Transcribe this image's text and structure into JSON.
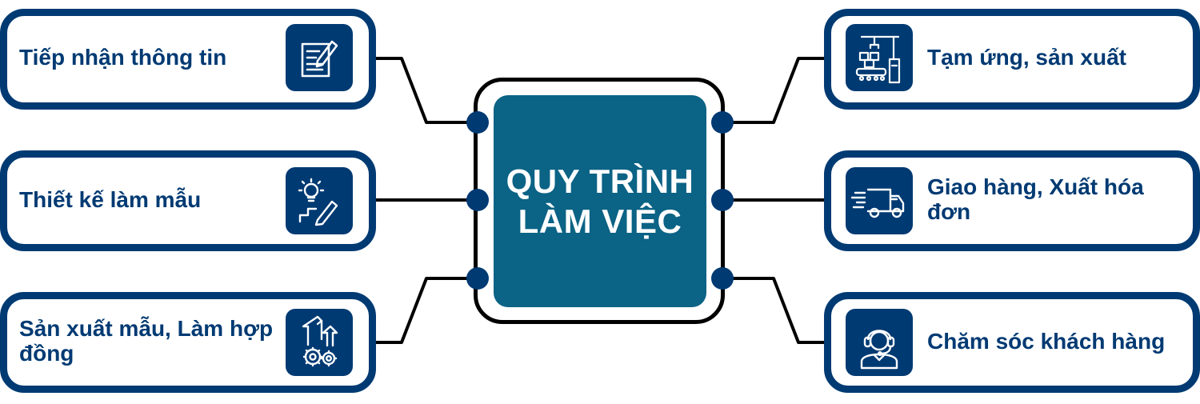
{
  "center": {
    "title_line1": "QUY TRÌNH",
    "title_line2": "LÀM VIỆC"
  },
  "steps_left": [
    {
      "label": "Tiếp nhận thông tin",
      "icon": "document-pen-icon"
    },
    {
      "label": "Thiết kế làm mẫu",
      "icon": "lightbulb-pencil-icon"
    },
    {
      "label": "Sản xuất mẫu, Làm hợp đồng",
      "icon": "gears-arrows-icon"
    }
  ],
  "steps_right": [
    {
      "label": "Tạm ứng, sản xuất",
      "icon": "factory-robot-arm-icon"
    },
    {
      "label": "Giao hàng, Xuất hóa đơn",
      "icon": "delivery-truck-icon"
    },
    {
      "label": "Chăm sóc khách hàng",
      "icon": "headset-agent-icon"
    }
  ],
  "colors": {
    "navy": "#003a73",
    "teal": "#0b6385",
    "line": "#000000",
    "background": "#ffffff"
  }
}
